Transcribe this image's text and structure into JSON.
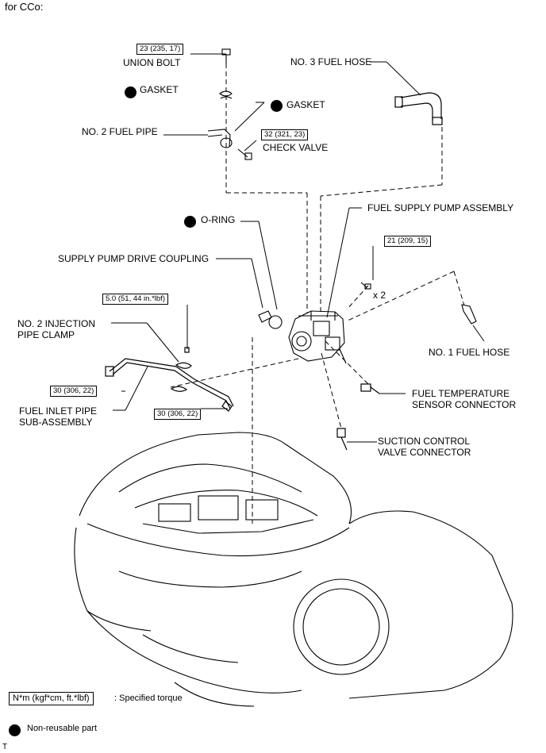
{
  "header": {
    "title": "for CCo:"
  },
  "footer": {
    "code": "T"
  },
  "legend": {
    "torque_box": "N*m (kgf*cm, ft.*lbf)",
    "torque_text": ": Specified torque",
    "nonreusable_text": "Non-reusable part"
  },
  "torques": {
    "union_bolt": "23 (235, 17)",
    "check_valve": "32 (321, 23)",
    "pump_bolt": "21 (209, 15)",
    "clamp_bolt": "5.0 (51, 44 in.*lbf)",
    "inlet_pipe_left": "30 (306, 22)",
    "inlet_pipe_right": "30 (306, 22)"
  },
  "labels": {
    "union_bolt": "UNION BOLT",
    "gasket_1": "GASKET",
    "gasket_2": "GASKET",
    "no2_fuel_pipe": "NO. 2 FUEL PIPE",
    "check_valve": "CHECK VALVE",
    "no3_fuel_hose": "NO. 3 FUEL HOSE",
    "fuel_supply_pump_assembly": "FUEL SUPPLY PUMP ASSEMBLY",
    "o_ring": "O-RING",
    "supply_pump_drive_coupling": "SUPPLY PUMP DRIVE COUPLING",
    "x2": "x 2",
    "no2_injection_pipe_clamp": "NO. 2 INJECTION PIPE CLAMP",
    "no1_fuel_hose": "NO. 1 FUEL HOSE",
    "fuel_temperature_sensor_connector": "FUEL TEMPERATURE SENSOR CONNECTOR",
    "fuel_inlet_pipe_sub_assembly": "FUEL INLET PIPE SUB-ASSEMBLY",
    "suction_control_valve_connector": "SUCTION CONTROL VALVE CONNECTOR"
  }
}
